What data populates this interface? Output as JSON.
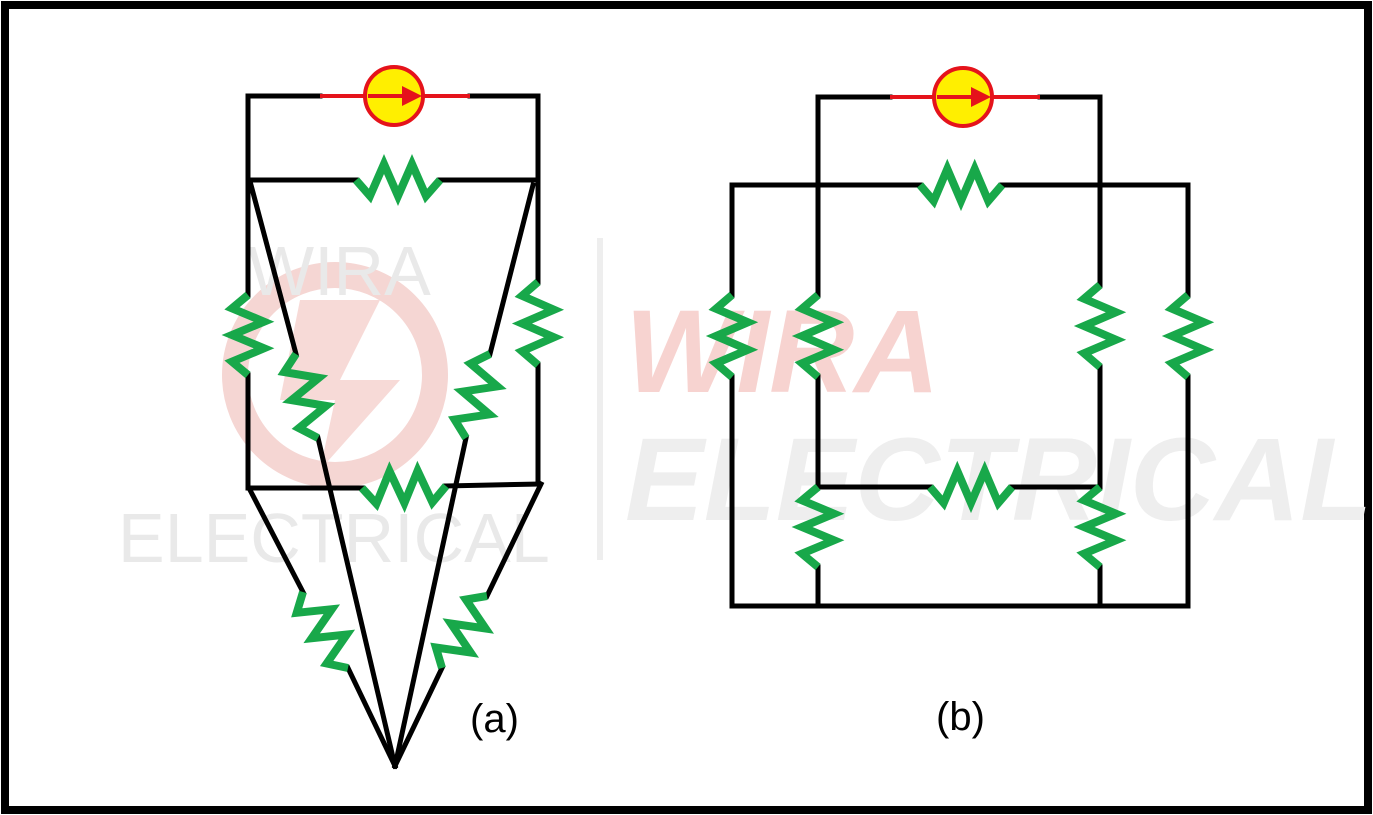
{
  "colors": {
    "wire": "#000000",
    "resistor": "#18a84a",
    "source_fill": "#ffef00",
    "source_stroke": "#e5131b",
    "watermark_red": "#f5c9c6",
    "watermark_gray": "#e9e9e9"
  },
  "watermark": {
    "line1": "WIRA",
    "line2": "ELECTRICAL"
  },
  "panels": {
    "a": {
      "label": "(a)"
    },
    "b": {
      "label": "(b)"
    }
  },
  "icons": {
    "source": "current-source-arrow-icon",
    "resistor": "resistor-zigzag-icon"
  }
}
